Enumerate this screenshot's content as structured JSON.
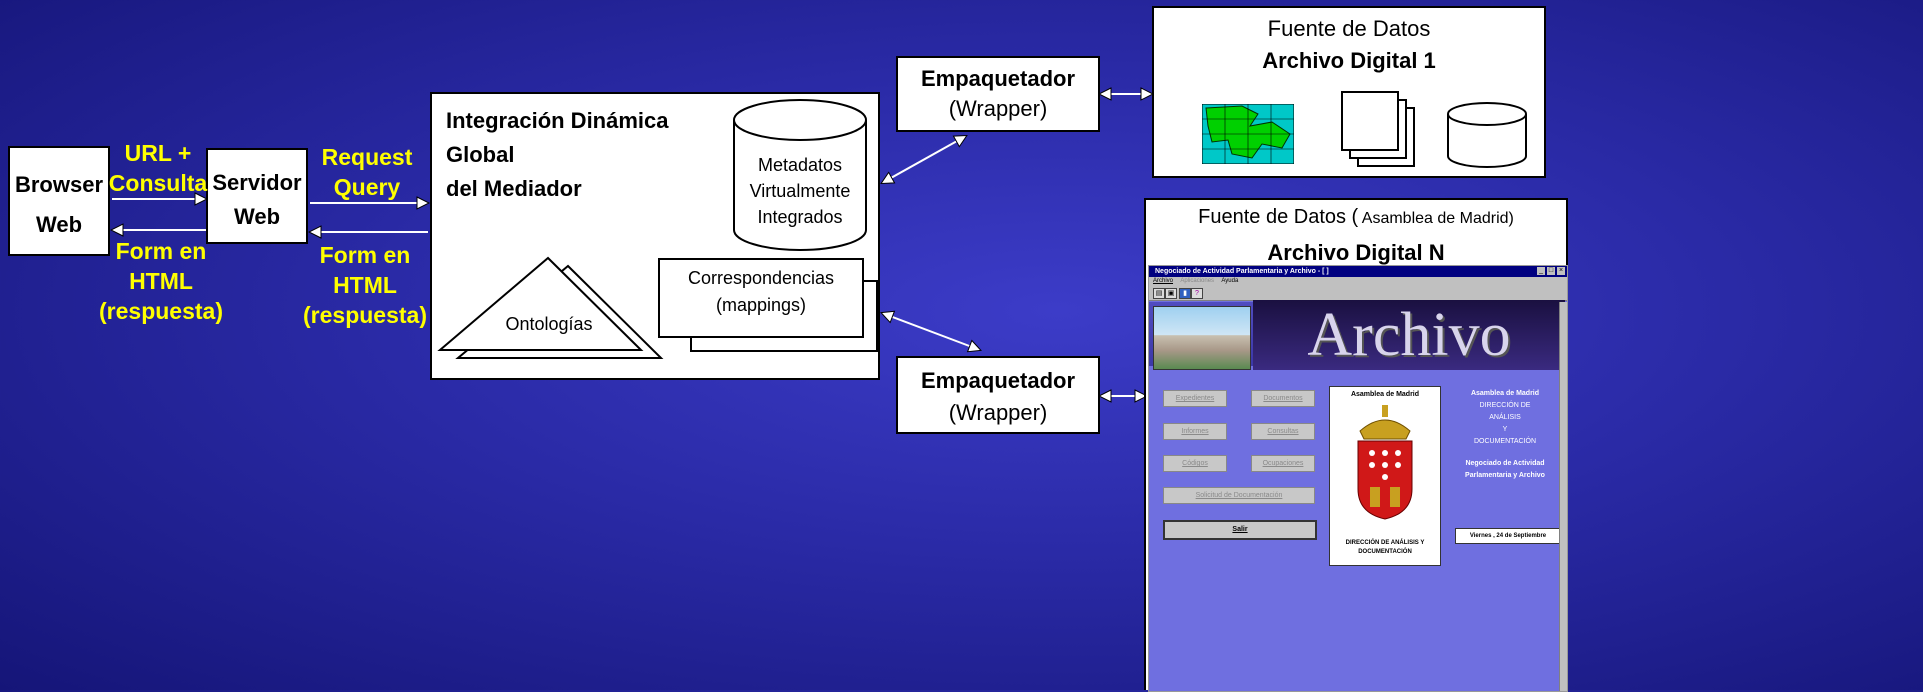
{
  "browser": {
    "line1": "Browser",
    "line2": "Web"
  },
  "server": {
    "line1": "Servidor",
    "line2": "Web"
  },
  "label_url": {
    "line1": "URL +",
    "line2": "Consulta"
  },
  "label_form1": {
    "line1": "Form en",
    "line2": "HTML",
    "line3": "(respuesta)"
  },
  "label_request": {
    "line1": "Request",
    "line2": "Query"
  },
  "label_form2": {
    "line1": "Form en",
    "line2": "HTML",
    "line3": "(respuesta)"
  },
  "mediator": {
    "line1": "Integración Dinámica",
    "line2": "Global",
    "line3": "del Mediador",
    "metadata": {
      "line1": "Metadatos",
      "line2": "Virtualmente",
      "line3": "Integrados"
    },
    "ontologies": "Ontologías",
    "mappings": {
      "line1": "Correspondencias",
      "line2": "(mappings)"
    }
  },
  "wrapper_top": {
    "line1": "Empaquetador",
    "line2": "(Wrapper)"
  },
  "wrapper_bottom": {
    "line1": "Empaquetador",
    "line2": "(Wrapper)"
  },
  "source1": {
    "line1": "Fuente de Datos",
    "line2": "Archivo Digital 1"
  },
  "sourceN": {
    "line1a": "Fuente de Datos (",
    "line1b": " Asamblea de Madrid)",
    "line2": "Archivo Digital N"
  },
  "app_window": {
    "title": "Negociado de Actividad Parlamentaria y Archivo - [ ]",
    "menu": [
      "Archivo",
      "Aplicaciones",
      "Ayuda"
    ],
    "banner": "Archivo",
    "buttons": [
      "Expedientes",
      "Documentos",
      "Informes",
      "Consultas",
      "Códigos",
      "Ocupaciones",
      "Solicitud de Documentación",
      "Salir"
    ],
    "emblem_title": "Asamblea de Madrid",
    "emblem_caption": "DIRECCIÓN DE ANÁLISIS Y DOCUMENTACIÓN",
    "info_lines": [
      "Asamblea de Madrid",
      "DIRECCIÓN DE",
      "ANÁLISIS",
      "Y",
      "DOCUMENTACIÓN",
      "",
      "Negociado de Actividad",
      "Parlamentaria y Archivo"
    ],
    "date": "Viernes , 24 de Septiembre"
  }
}
